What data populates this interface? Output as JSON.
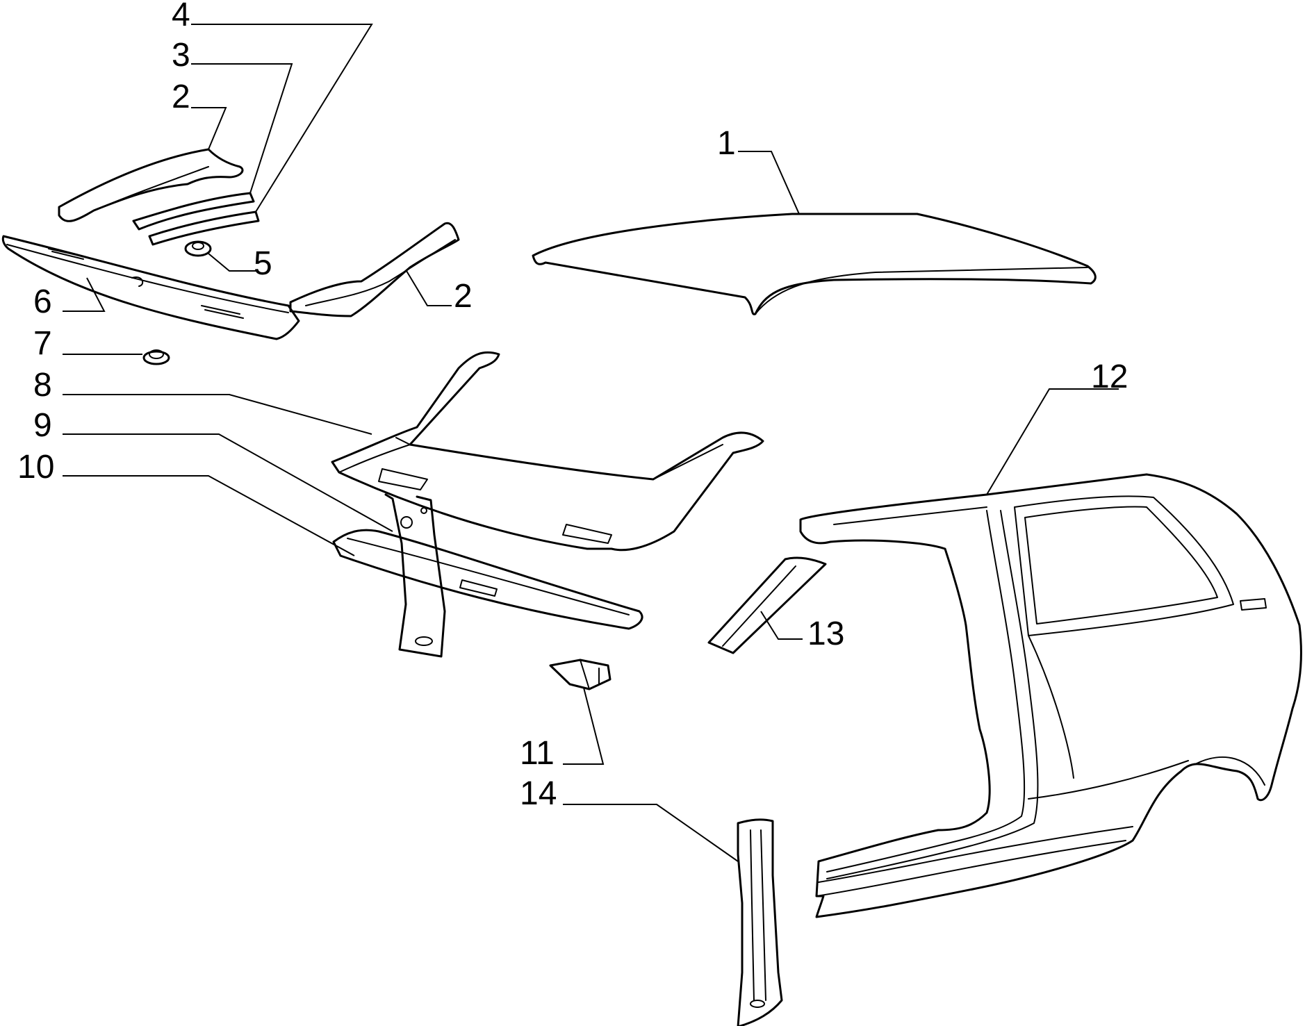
{
  "callouts": {
    "c1": "1",
    "c2a": "2",
    "c2b": "2",
    "c3": "3",
    "c4": "4",
    "c5": "5",
    "c6": "6",
    "c7": "7",
    "c8": "8",
    "c9": "9",
    "c10": "10",
    "c11": "11",
    "c12": "12",
    "c13": "13",
    "c14": "14"
  },
  "colors": {
    "line": "#000000",
    "background": "#ffffff"
  }
}
